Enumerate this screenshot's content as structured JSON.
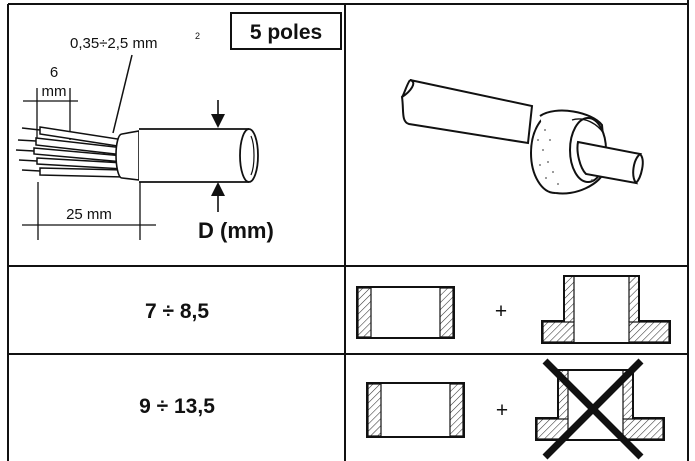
{
  "header": {
    "poles_label": "5 poles",
    "wire_section": "0,35÷2,5 mm",
    "wire_section_exp": "2",
    "strip_length_value": "6",
    "strip_length_unit": "mm",
    "sheath_length": "25 mm",
    "diameter_label": "D (mm)"
  },
  "rows": [
    {
      "range": "7 ÷ 8,5",
      "operator": "+"
    },
    {
      "range": "9 ÷ 13,5",
      "operator": "+"
    }
  ],
  "colors": {
    "line": "#111111",
    "hatch": "#333333",
    "background": "#ffffff"
  }
}
